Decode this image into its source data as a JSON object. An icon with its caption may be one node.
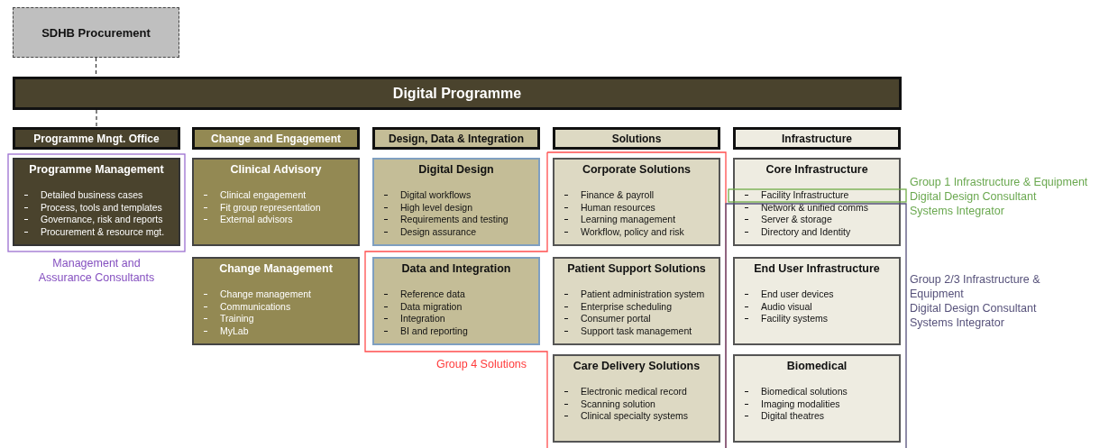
{
  "diagram": {
    "nodes": [
      {
        "text": [
          "SDHB Procurement"
        ]
      },
      {
        "text": [
          "Digital Programme"
        ]
      },
      {
        "text": [
          "Programme Mngt. Office"
        ]
      },
      {
        "text": [
          "Programme Management",
          "Detailed business cases",
          "Process, tools and templates",
          "Governance, risk and reports",
          "Procurement & resource mgt."
        ]
      },
      {
        "text": [
          "Change and Engagement"
        ]
      },
      {
        "text": [
          "Clinical Advisory",
          "Clinical engagement",
          "Fit group representation",
          "External advisors"
        ]
      },
      {
        "text": [
          "Change Management",
          "Change management",
          "Communications",
          "Training",
          "MyLab"
        ]
      },
      {
        "text": [
          "Design, Data & Integration"
        ]
      },
      {
        "text": [
          "Digital Design",
          "Digital workflows",
          "High level design",
          "Requirements and testing",
          "Design assurance"
        ]
      },
      {
        "text": [
          "Data and Integration",
          "Reference data",
          "Data migration",
          "Integration",
          "BI and reporting"
        ]
      },
      {
        "text": [
          "Solutions"
        ]
      },
      {
        "text": [
          "Corporate Solutions",
          "Finance & payroll",
          "Human resources",
          "Learning management",
          "Workflow, policy and risk"
        ]
      },
      {
        "text": [
          "Patient Support Solutions",
          "Patient administration system",
          "Enterprise scheduling",
          "Consumer portal",
          "Support task management"
        ]
      },
      {
        "text": [
          "Care Delivery Solutions",
          "Electronic medical record",
          "Scanning solution",
          "Clinical specialty systems"
        ]
      },
      {
        "text": [
          "Infrastructure"
        ]
      },
      {
        "text": [
          "Core Infrastructure",
          "Facility Infrastructure",
          "Network & unified comms",
          "Server & storage",
          "Directory and Identity"
        ]
      },
      {
        "text": [
          "End User Infrastructure",
          "End user devices",
          "Audio visual",
          "Facility systems"
        ]
      },
      {
        "text": [
          "Biomedical",
          "Biomedical solutions",
          "Imaging modalities",
          "Digital theatres"
        ]
      }
    ],
    "edges": [
      {
        "from": 0,
        "to": 1,
        "arrow": "none",
        "style": "dashed"
      },
      {
        "from": 1,
        "to": 2,
        "arrow": "none",
        "style": "dashed"
      }
    ],
    "labels": [
      "Management and Assurance Consultants",
      "Group 4 Solutions",
      "Group 1 Infrastructure & Equipment",
      "Digital Design Consultant",
      "Systems Integrator",
      "Group 2/3 Infrastructure & Equipment",
      "Digital Design Consultant",
      "Systems Integrator"
    ]
  }
}
